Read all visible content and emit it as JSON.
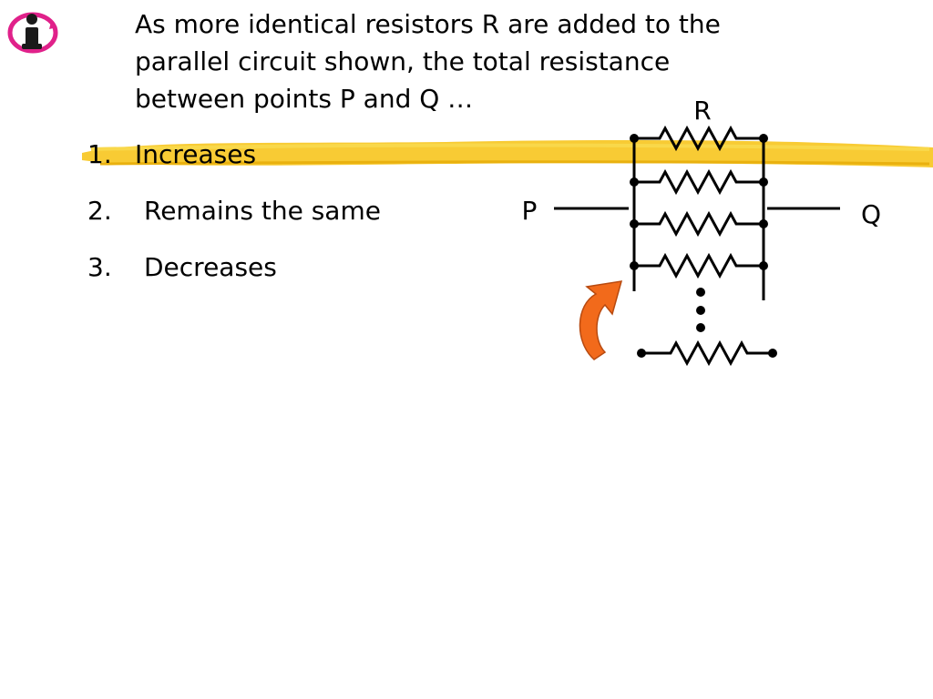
{
  "question": {
    "line1": "As more identical resistors R are added to the",
    "line2": "parallel circuit shown, the total resistance",
    "line3": "between points P and Q …"
  },
  "options": [
    {
      "number": "1.",
      "text": "Increases"
    },
    {
      "number": "2.",
      "text": "Remains the same"
    },
    {
      "number": "3.",
      "text": "Decreases"
    }
  ],
  "circuit": {
    "resistor_label": "R",
    "point_left": "P",
    "point_right": "Q"
  },
  "colors": {
    "highlight": "#f7c51e",
    "arrow": "#f26a1b",
    "logo_ring": "#e0218a"
  },
  "icons": {
    "logo": "info-icon",
    "arrow": "curved-arrow-icon"
  }
}
